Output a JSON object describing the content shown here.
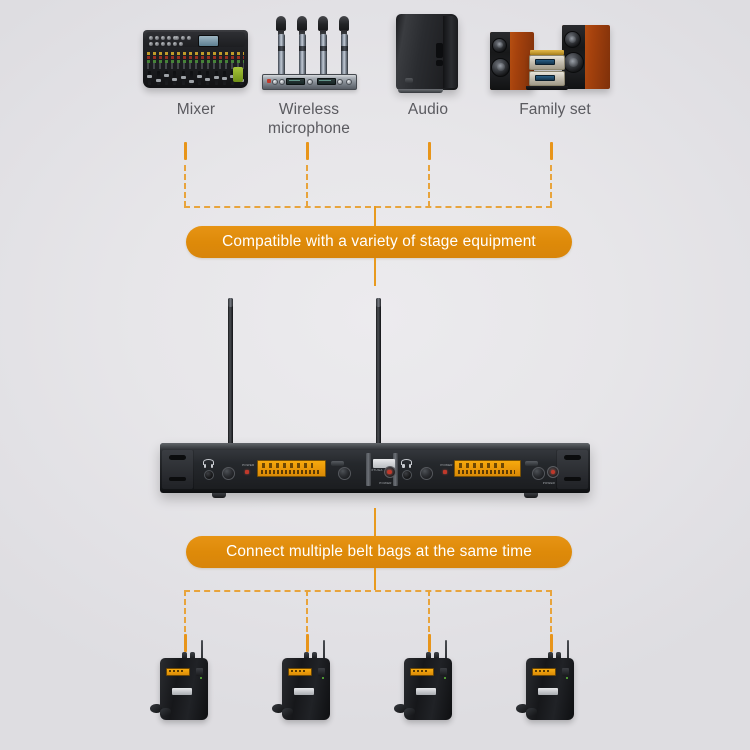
{
  "page": {
    "title": "Wireless in-ear monitor system compatibility infographic",
    "background_color": "#E6E5E9",
    "accent_color": "#DE8A09",
    "dash_color": "#E8A43C",
    "label_color": "#5A5A5F"
  },
  "equipment": {
    "items": [
      {
        "id": "mixer",
        "label": "Mixer"
      },
      {
        "id": "wireless-microphone",
        "label": "Wireless\nmicrophone",
        "line1": "Wireless",
        "line2": "microphone"
      },
      {
        "id": "audio",
        "label": "Audio"
      },
      {
        "id": "family-set",
        "label": "Family set"
      }
    ]
  },
  "banners": {
    "top": {
      "text": "Compatible with a variety of stage equipment"
    },
    "bottom": {
      "text": "Connect multiple belt bags at the same time"
    }
  },
  "receiver": {
    "name": "rack-mount dual-channel transmitter",
    "antennas": 2,
    "channels": [
      {
        "id": "channel-left",
        "lcd_color": "#E99708"
      },
      {
        "id": "channel-right",
        "lcd_color": "#E99708"
      }
    ],
    "brand_marks": [
      "logo-badge"
    ]
  },
  "beltpacks": {
    "count": 4,
    "items": [
      {
        "id": "beltpack-1"
      },
      {
        "id": "beltpack-2"
      },
      {
        "id": "beltpack-3"
      },
      {
        "id": "beltpack-4"
      }
    ]
  },
  "icons": {
    "headphone": "headphone-icon",
    "power": "power-icon",
    "antenna": "antenna-icon"
  }
}
